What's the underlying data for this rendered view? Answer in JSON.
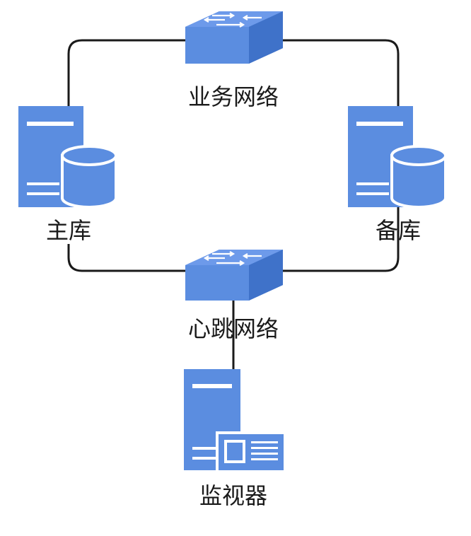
{
  "labels": {
    "business_network": "业务网络",
    "heartbeat_network": "心跳网络",
    "primary_db": "主库",
    "standby_db": "备库",
    "monitor": "监视器"
  },
  "colors": {
    "device_blue": "#5b8de0",
    "device_blue_dark": "#4e80d6",
    "switch_top": "#6d9aea",
    "line": "#1a1a1a",
    "white": "#ffffff"
  }
}
